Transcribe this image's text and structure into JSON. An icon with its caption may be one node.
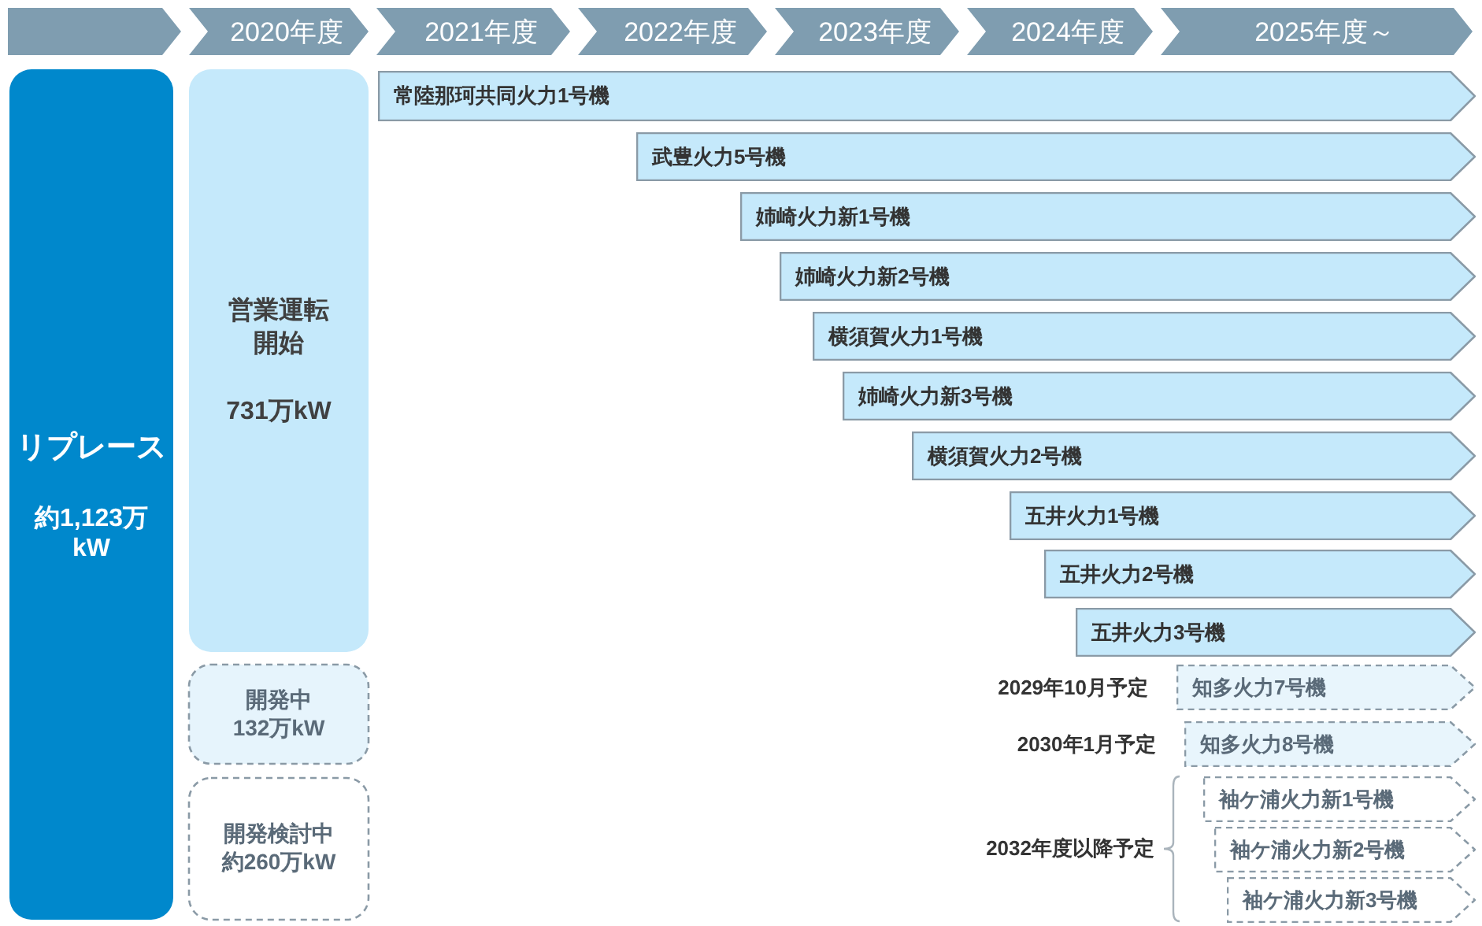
{
  "diagram": {
    "nodes": [
      {
        "text": [],
        "shape": "chevron"
      },
      {
        "text": [
          "2020年度"
        ]
      },
      {
        "text": [
          "2021年度"
        ]
      },
      {
        "text": [
          "2022年度"
        ]
      },
      {
        "text": [
          "2023年度"
        ]
      },
      {
        "text": [
          "2024年度"
        ]
      },
      {
        "text": [
          "2025年度～"
        ]
      },
      {
        "text": [
          "リプレース",
          "約1,123万kW"
        ]
      },
      {
        "text": [
          "営業運転開始",
          "731万kW"
        ]
      },
      {
        "text": [
          "開発中",
          "132万kW"
        ]
      },
      {
        "text": [
          "開発検討中",
          "約260万kW"
        ]
      },
      {
        "text": [
          "常陸那珂共同火力1号機"
        ]
      },
      {
        "text": [
          "武豊火力5号機"
        ]
      },
      {
        "text": [
          "姉崎火力新1号機"
        ]
      },
      {
        "text": [
          "姉崎火力新2号機"
        ]
      },
      {
        "text": [
          "横須賀火力1号機"
        ]
      },
      {
        "text": [
          "姉崎火力新3号機"
        ]
      },
      {
        "text": [
          "横須賀火力2号機"
        ]
      },
      {
        "text": [
          "五井火力1号機"
        ]
      },
      {
        "text": [
          "五井火力2号機"
        ]
      },
      {
        "text": [
          "五井火力3号機"
        ]
      },
      {
        "text": [
          "知多火力7号機"
        ],
        "beside": [
          "2029年10月予定"
        ]
      },
      {
        "text": [
          "知多火力8号機"
        ],
        "beside": [
          "2030年1月予定"
        ]
      },
      {
        "text": [
          "袖ケ浦火力新1号機"
        ]
      },
      {
        "text": [
          "袖ケ浦火力新2号機"
        ]
      },
      {
        "text": [
          "袖ケ浦火力新3号機"
        ]
      }
    ],
    "labels": [
      "2032年度以降予定"
    ]
  }
}
